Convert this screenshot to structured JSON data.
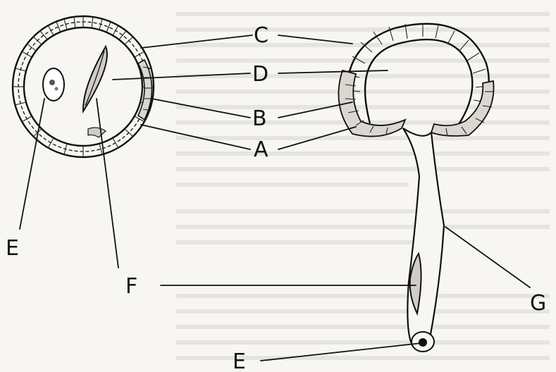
{
  "diagram": {
    "labels": {
      "A": "A",
      "B": "B",
      "C": "C",
      "D": "D",
      "E_left": "E",
      "E_bottom": "E",
      "F": "F",
      "G": "G"
    }
  }
}
